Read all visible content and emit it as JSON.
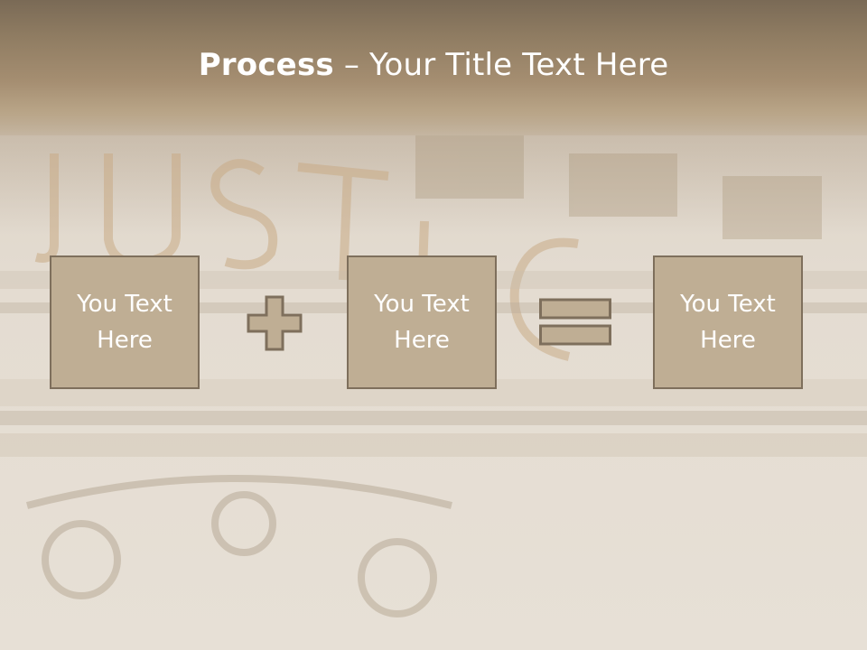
{
  "slide": {
    "title_bold": "Process",
    "title_rest": " – Your Title Text Here"
  },
  "boxes": [
    {
      "label": "You Text Here"
    },
    {
      "label": "You Text Here"
    },
    {
      "label": "You Text Here"
    }
  ],
  "operators": {
    "first": "plus-icon",
    "second": "equals-icon"
  },
  "colors": {
    "box_fill": "#bfae94",
    "box_border": "#7e6f5c",
    "title_band": "#8f7c62",
    "text": "#ffffff"
  }
}
